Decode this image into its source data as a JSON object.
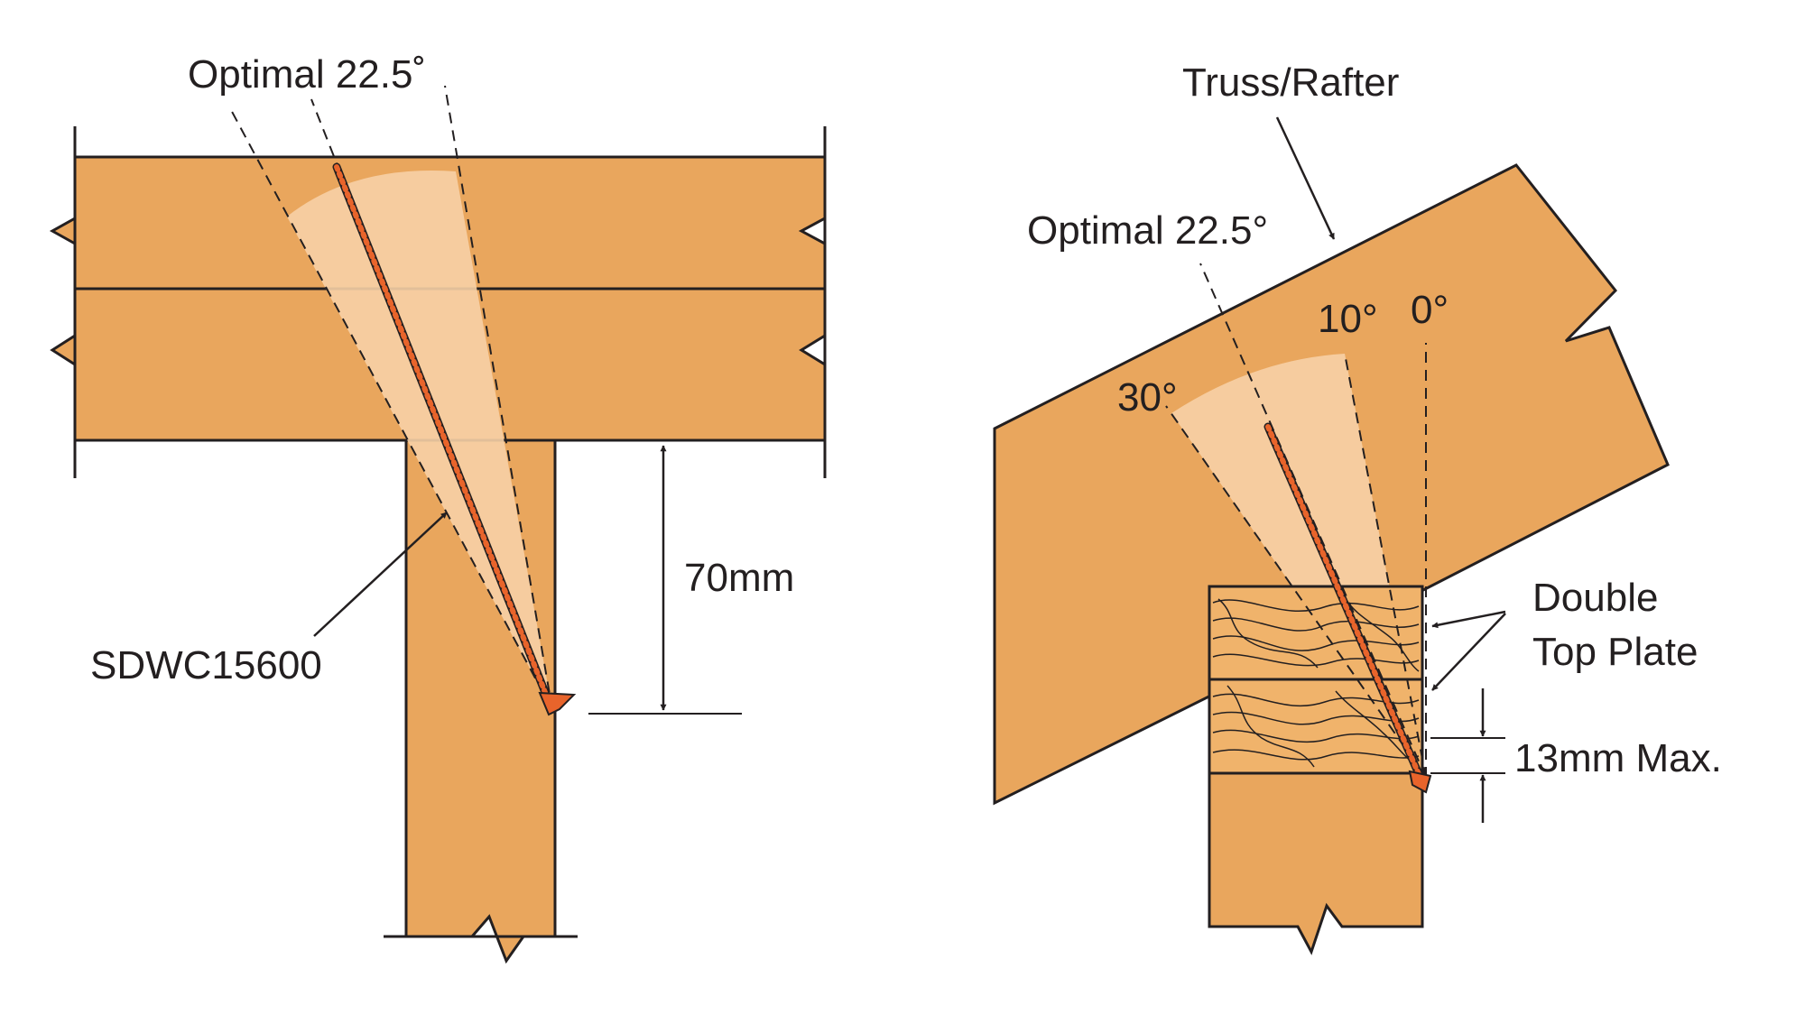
{
  "colors": {
    "wood": "#e9a65d",
    "wood_light": "#f0b36b",
    "zone": "#f7d0a6",
    "screw": "#e8642b",
    "outline": "#231f20",
    "background": "#ffffff"
  },
  "left_detail": {
    "angle_label": "Optimal 22.5˚",
    "screw_label": "SDWC15600",
    "dimension_label": "70mm"
  },
  "right_detail": {
    "member_label": "Truss/Rafter",
    "angle_label": "Optimal 22.5°",
    "angle_30": "30°",
    "angle_10": "10°",
    "angle_0": "0°",
    "plate_label_line1": "Double",
    "plate_label_line2": "Top Plate",
    "max_label": "13mm Max."
  }
}
